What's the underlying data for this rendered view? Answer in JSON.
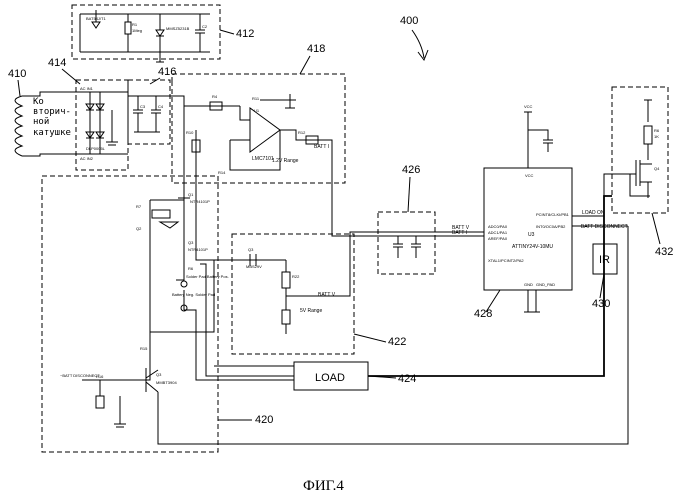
{
  "figure": {
    "number": "400",
    "caption": "ФИГ.4"
  },
  "coil": {
    "ref": "410",
    "handwritten_label_lines": [
      "Ко",
      "вторич-",
      "ной",
      "катушке"
    ]
  },
  "blocks": [
    {
      "id": "412",
      "ref": "412"
    },
    {
      "id": "414",
      "ref": "414"
    },
    {
      "id": "416",
      "ref": "416"
    },
    {
      "id": "418",
      "ref": "418"
    },
    {
      "id": "420",
      "ref": "420"
    },
    {
      "id": "422",
      "ref": "422"
    },
    {
      "id": "424",
      "ref": "424"
    },
    {
      "id": "426",
      "ref": "426"
    },
    {
      "id": "428",
      "ref": "428"
    },
    {
      "id": "430",
      "ref": "430"
    },
    {
      "id": "432",
      "ref": "432"
    }
  ],
  "load_box": {
    "label": "LOAD",
    "ref": "424"
  },
  "ir_box": {
    "label": "IR",
    "ref": "430"
  },
  "mcu": {
    "part": "ATTINY24V-10MU",
    "designator": "U3",
    "vcc": "VCC",
    "pins_left": [
      "ADC0/PA0",
      "ADC1/PA1",
      "AREF/PA0",
      "XTAL1/PCINT2/PA2"
    ],
    "pins_right": [
      "PCINT8/CLKI/PB1",
      "INT0/OC0A/PB2"
    ],
    "pins_bottom": [
      "GND",
      "GND_PAD"
    ]
  },
  "signal_labels": {
    "range_1v2": "1.2V Range",
    "range_5v": "5V Range",
    "batt_v_left": "BATT V",
    "batt_v_mid": "BATT V",
    "batt_i": "BATT I",
    "load_on": "LOAD ON",
    "batt_disconnect": "~BATT DISCONNECT",
    "batt_disconnect_left": "~BATT DISCONNECT",
    "solder_pad_1": "Solder Pad Battery Pos.",
    "solder_pad_2": "Battery Neg. Solder Pad",
    "opamp": "LMC7101"
  }
}
